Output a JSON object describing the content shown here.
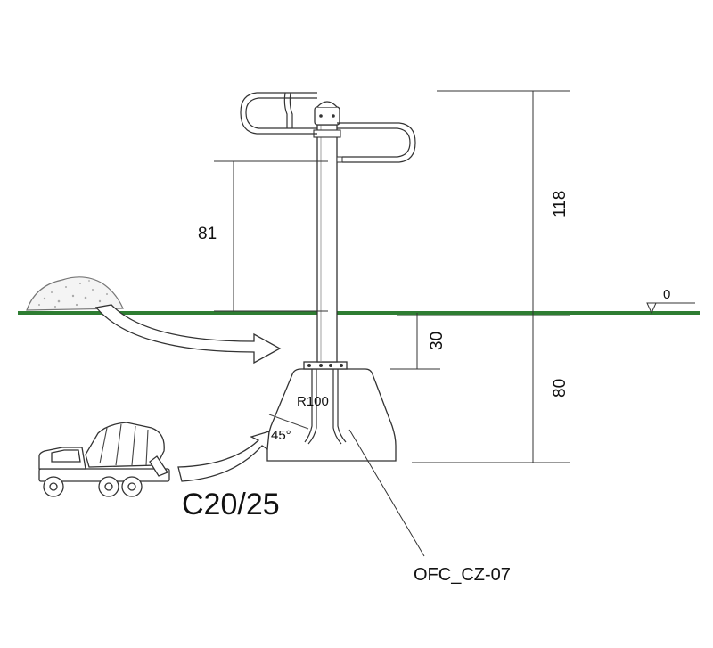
{
  "dimensions": {
    "total_height": "118",
    "handle_height": "81",
    "top_of_footing_depth": "30",
    "footing_depth": "80",
    "ground_level": "0"
  },
  "annotations": {
    "radius": "R100",
    "angle": "45°",
    "concrete_class": "C20/25",
    "part_code": "OFC_CZ-07"
  },
  "colors": {
    "ground_line": "#2e7d32",
    "drawing_line": "#333333"
  }
}
